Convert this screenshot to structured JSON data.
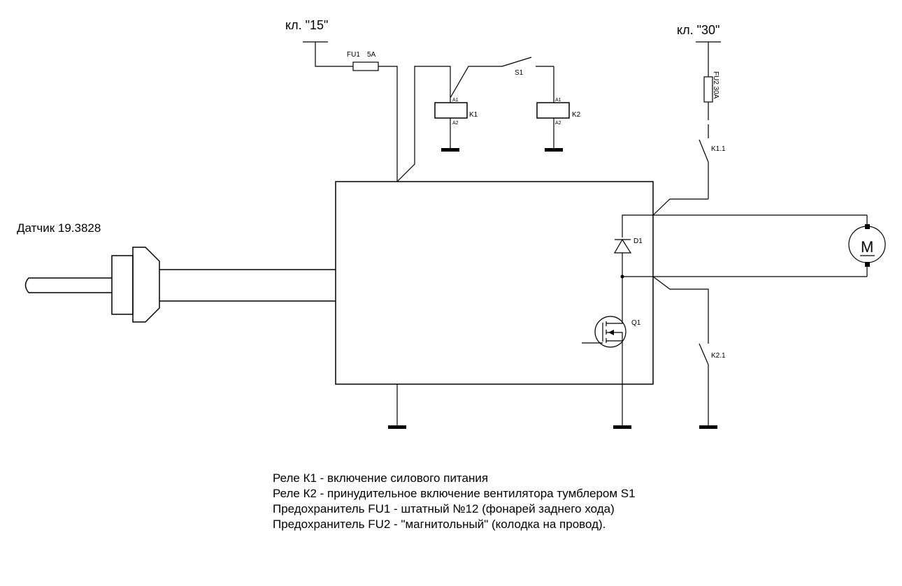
{
  "terminals": {
    "k15": "кл. \"15\"",
    "k30": "кл. \"30\""
  },
  "sensor": {
    "label": "Датчик 19.3828"
  },
  "fuses": {
    "fu1_name": "FU1",
    "fu1_rating": "5A",
    "fu2_label": "FU2 30A"
  },
  "switches": {
    "s1": "S1"
  },
  "relays": {
    "k1": "K1",
    "k2": "K2",
    "pin_a1": "A1",
    "pin_a2": "A2"
  },
  "contacts": {
    "k11": "K1.1",
    "k21": "K2.1"
  },
  "components": {
    "d1": "D1",
    "q1": "Q1",
    "motor": "M"
  },
  "notes": [
    "Реле К1 - включение силового питания",
    "Реле К2 - принудительное включение вентилятора тумблером S1",
    "Предохранитель FU1 - штатный №12 (фонарей заднего хода)",
    "Предохранитель FU2 - \"магнитольный\" (колодка на провод)."
  ]
}
